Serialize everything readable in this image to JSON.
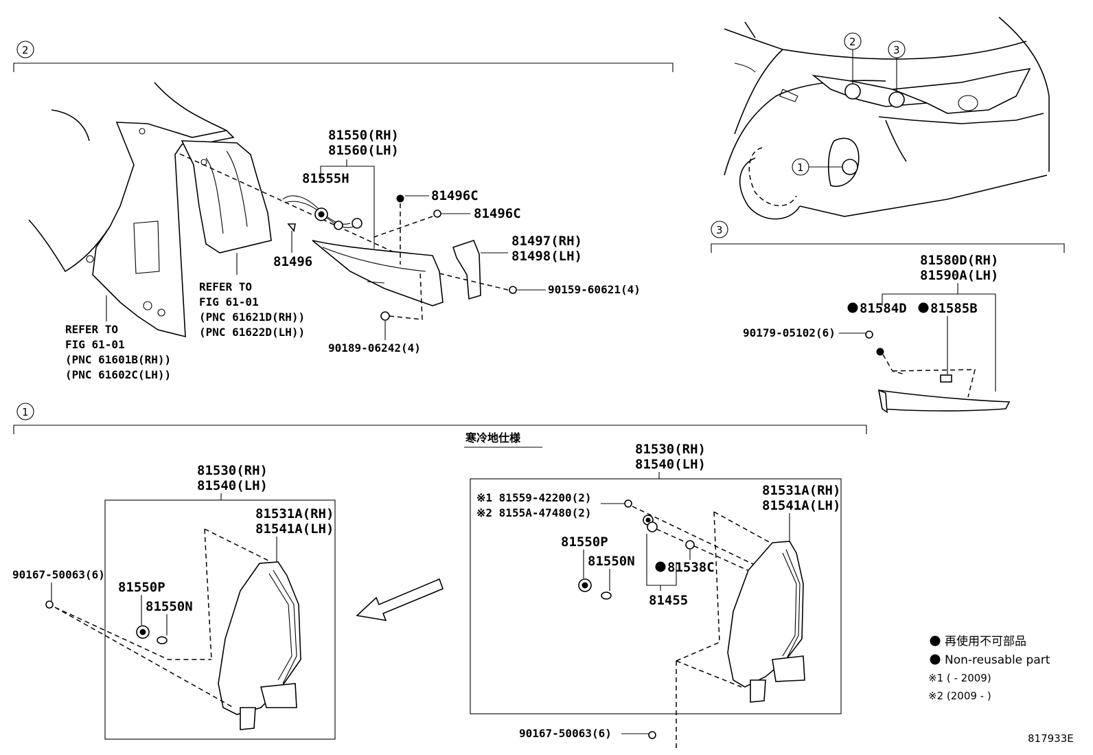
{
  "callouts": {
    "sec1": "1",
    "sec2": "2",
    "sec3": "3",
    "car1": "1",
    "car2": "2",
    "car3": "3"
  },
  "section2": {
    "refer_left": [
      "REFER TO",
      "FIG 61-01",
      "(PNC 61601B(RH))",
      "(PNC 61602C(LH))"
    ],
    "refer_right": [
      "REFER TO",
      "FIG 61-01",
      "(PNC 61621D(RH))",
      "(PNC 61622D(LH))"
    ],
    "p81550_rh": "81550(RH)",
    "p81560_lh": "81560(LH)",
    "p81555h": "81555H",
    "p81496c_a": "81496C",
    "p81496c_b": "81496C",
    "p81496": "81496",
    "p81497_rh": "81497(RH)",
    "p81498_lh": "81498(LH)",
    "p90159": "90159-60621(4)",
    "p90189": "90189-06242(4)"
  },
  "section3": {
    "p81580d_rh": "81580D(RH)",
    "p81590a_lh": "81590A(LH)",
    "p81584d": "81584D",
    "p81585b": "81585B",
    "p90179": "90179-05102(6)"
  },
  "section1": {
    "spec_title": "寒冷地仕様",
    "left": {
      "p81530_rh": "81530(RH)",
      "p81540_lh": "81540(LH)",
      "p81531a_rh": "81531A(RH)",
      "p81541a_lh": "81541A(LH)",
      "p90167": "90167-50063(6)",
      "p81550p": "81550P",
      "p81550n": "81550N"
    },
    "right": {
      "p81530_rh": "81530(RH)",
      "p81540_lh": "81540(LH)",
      "p81531a_rh": "81531A(RH)",
      "p81541a_lh": "81541A(LH)",
      "note1": "※1 81559-42200(2)",
      "note2": "※2 8155A-47480(2)",
      "p81550p": "81550P",
      "p81550n": "81550N",
      "p81538c": "81538C",
      "p81455": "81455",
      "p90167": "90167-50063(6)"
    }
  },
  "legend": {
    "jp": "再使用不可部品",
    "en": "Non-reusable part",
    "note1": "※1 (     - 2009)",
    "note2": "※2 (2009 -     )"
  },
  "figure_id": "817933E"
}
